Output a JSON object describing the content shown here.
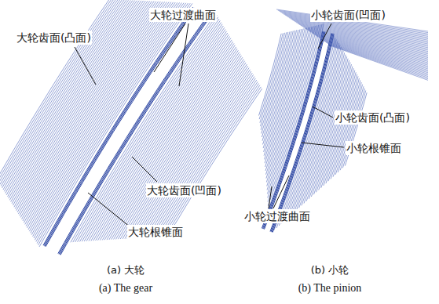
{
  "diagram": {
    "labels": [
      "大轮齿面(凸面)",
      "大轮过渡曲面",
      "大轮齿面(凹面)",
      "大轮根锥面",
      "小轮齿面(凹面)",
      "小轮齿面(凸面)",
      "小轮根锥面",
      "小轮过渡曲面",
      "(a) 大轮",
      "(a) The gear",
      "(b) 小轮",
      "(b) The pinion"
    ]
  }
}
